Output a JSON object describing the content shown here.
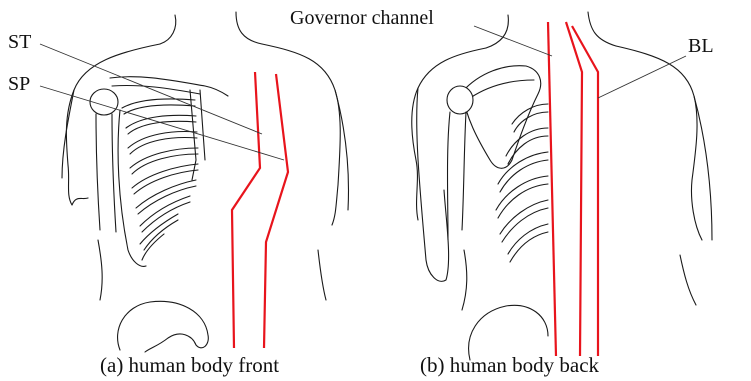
{
  "labels": {
    "st": "ST",
    "sp": "SP",
    "governor": "Governor channel",
    "bl": "BL"
  },
  "captions": {
    "front": "(a) human body front",
    "back": "(b) human body back"
  },
  "colors": {
    "channel": "#e8141c",
    "outline": "#1a1a1a"
  }
}
